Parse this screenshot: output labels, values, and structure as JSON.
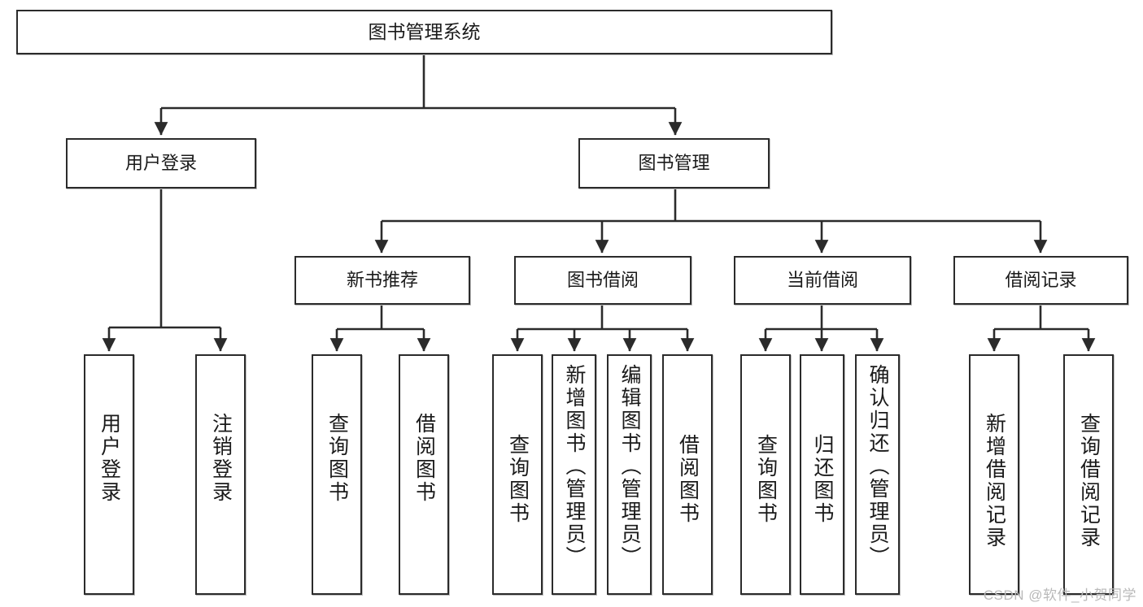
{
  "diagram": {
    "type": "tree-hierarchy-chart",
    "title": "图书管理系统",
    "stroke_color": "#2b2b2b",
    "fill_color": "#ffffff",
    "text_color": "#1a1a1a",
    "levels": [
      {
        "level": 1,
        "nodes": [
          {
            "id": "root",
            "label": "图书管理系统"
          }
        ]
      },
      {
        "level": 2,
        "nodes": [
          {
            "id": "login",
            "label": "用户登录",
            "parent": "root"
          },
          {
            "id": "bookmgr",
            "label": "图书管理",
            "parent": "root"
          }
        ]
      },
      {
        "level": 3,
        "nodes": [
          {
            "id": "newbook",
            "label": "新书推荐",
            "parent": "bookmgr"
          },
          {
            "id": "borrow",
            "label": "图书借阅",
            "parent": "bookmgr"
          },
          {
            "id": "current",
            "label": "当前借阅",
            "parent": "bookmgr"
          },
          {
            "id": "record",
            "label": "借阅记录",
            "parent": "bookmgr"
          }
        ]
      },
      {
        "level": 4,
        "nodes": [
          {
            "id": "leaf1",
            "label": "用户登录",
            "parent": "login"
          },
          {
            "id": "leaf2",
            "label": "注销登录",
            "parent": "login"
          },
          {
            "id": "leaf3",
            "label": "查询图书",
            "parent": "newbook"
          },
          {
            "id": "leaf4",
            "label": "借阅图书",
            "parent": "newbook"
          },
          {
            "id": "leaf5",
            "label": "查询图书",
            "parent": "borrow"
          },
          {
            "id": "leaf6",
            "label": "新增图书（管理员）",
            "parent": "borrow"
          },
          {
            "id": "leaf7",
            "label": "编辑图书（管理员）",
            "parent": "borrow"
          },
          {
            "id": "leaf8",
            "label": "借阅图书",
            "parent": "borrow"
          },
          {
            "id": "leaf9",
            "label": "查询图书",
            "parent": "current"
          },
          {
            "id": "leaf10",
            "label": "归还图书",
            "parent": "current"
          },
          {
            "id": "leaf11",
            "label": "确认归还（管理员）",
            "parent": "current"
          },
          {
            "id": "leaf12",
            "label": "新增借阅记录",
            "parent": "record"
          },
          {
            "id": "leaf13",
            "label": "查询借阅记录",
            "parent": "record"
          }
        ]
      }
    ]
  },
  "watermark": {
    "text": "CSDN @软件_小贺同学"
  }
}
